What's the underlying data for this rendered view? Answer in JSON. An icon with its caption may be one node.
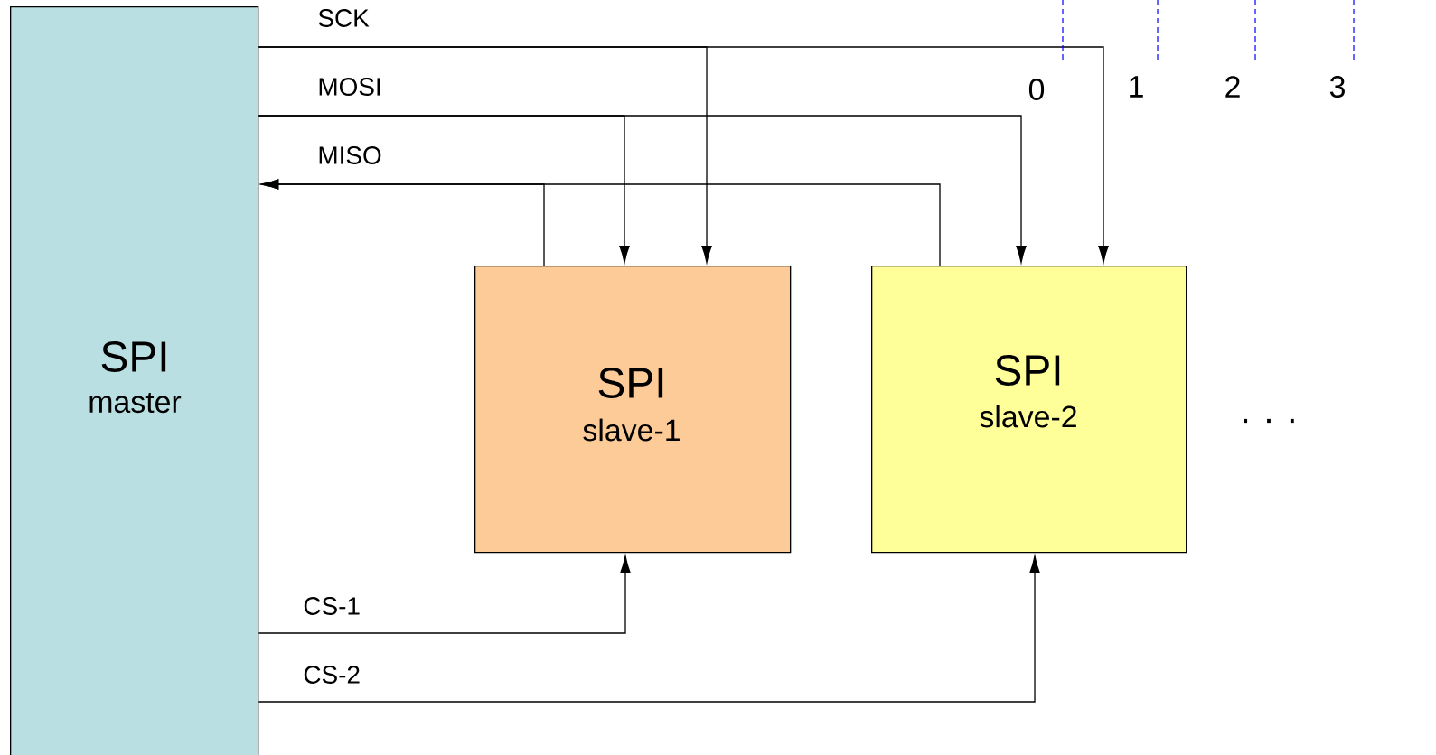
{
  "diagram": {
    "nodes": [
      {
        "text": [
          "SPI",
          "master"
        ]
      },
      {
        "text": [
          "SPI",
          "slave-1"
        ]
      },
      {
        "text": [
          "SPI",
          "slave-2"
        ]
      }
    ],
    "edges": [
      {
        "from": 0,
        "to": 1,
        "arrow": "to",
        "label": "SCK"
      },
      {
        "from": 0,
        "to": 2,
        "arrow": "to"
      },
      {
        "from": 0,
        "to": 1,
        "arrow": "to",
        "label": "MOSI"
      },
      {
        "from": 0,
        "to": 2,
        "arrow": "to"
      },
      {
        "from": 1,
        "to": 0,
        "arrow": "to",
        "label": "MISO"
      },
      {
        "from": 2,
        "to": 0,
        "arrow": "to"
      },
      {
        "from": 0,
        "to": 1,
        "arrow": "to",
        "label": "CS-1"
      },
      {
        "from": 0,
        "to": 2,
        "arrow": "to",
        "label": "CS-2"
      }
    ],
    "labels": [
      "0",
      "1",
      "2",
      "3",
      ". . ."
    ]
  }
}
